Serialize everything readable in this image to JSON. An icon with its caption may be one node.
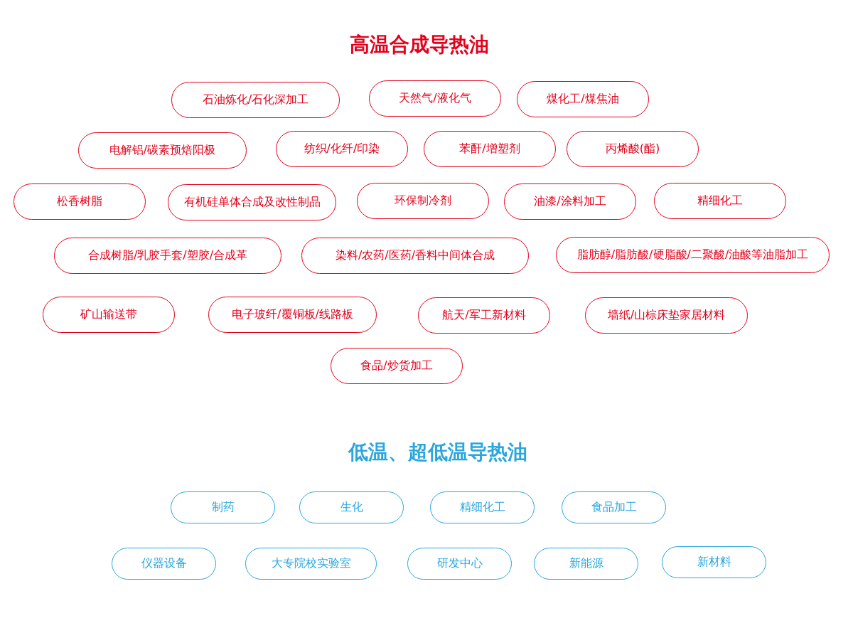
{
  "diagram": {
    "nodes": [
      {
        "text": [
          "石油炼化/石化深加工"
        ]
      },
      {
        "text": [
          "天然气/液化气"
        ]
      },
      {
        "text": [
          "煤化工/煤焦油"
        ]
      },
      {
        "text": [
          "电解铝/碳素预焙阳极"
        ]
      },
      {
        "text": [
          "纺织/化纤/印染"
        ]
      },
      {
        "text": [
          "苯酐/增塑剂"
        ]
      },
      {
        "text": [
          "丙烯酸(酯)"
        ]
      },
      {
        "text": [
          "松香树脂"
        ]
      },
      {
        "text": [
          "有机硅单体合成及改性制品"
        ]
      },
      {
        "text": [
          "环保制冷剂"
        ]
      },
      {
        "text": [
          "油漆/涂料加工"
        ]
      },
      {
        "text": [
          "精细化工"
        ]
      },
      {
        "text": [
          "合成树脂/乳胶手套/塑胶/合成革"
        ]
      },
      {
        "text": [
          "染料/农药/医药/香料中间体合成"
        ]
      },
      {
        "text": [
          "脂肪醇/脂肪酸/硬脂酸/二聚酸/油酸等油脂加工"
        ]
      },
      {
        "text": [
          "矿山输送带"
        ]
      },
      {
        "text": [
          "电子玻纤/覆铜板/线路板"
        ]
      },
      {
        "text": [
          "航天/军工新材料"
        ]
      },
      {
        "text": [
          "墙纸/山棕床垫家居材料"
        ]
      },
      {
        "text": [
          "食品/炒货加工"
        ]
      },
      {
        "text": [
          "制药"
        ]
      },
      {
        "text": [
          "生化"
        ]
      },
      {
        "text": [
          "精细化工"
        ]
      },
      {
        "text": [
          "食品加工"
        ]
      },
      {
        "text": [
          "仪器设备"
        ]
      },
      {
        "text": [
          "大专院校实验室"
        ]
      },
      {
        "text": [
          "研发中心"
        ]
      },
      {
        "text": [
          "新能源"
        ]
      },
      {
        "text": [
          "新材料"
        ]
      }
    ],
    "labels": [
      "高温合成导热油",
      "低温、超低温导热油"
    ]
  }
}
